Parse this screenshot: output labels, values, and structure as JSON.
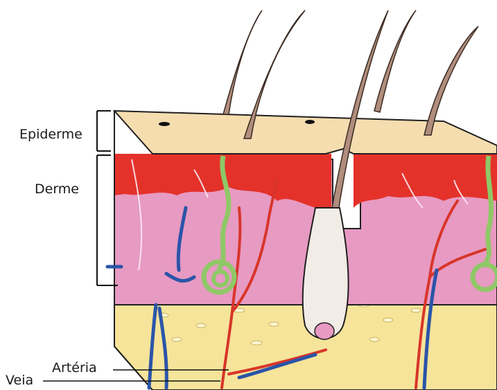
{
  "labels": {
    "epiderme": "Epiderme",
    "derme": "Derme",
    "arteria": "Artéria",
    "veia": "Veia"
  },
  "colors": {
    "epidermis": "#f5ddb0",
    "dermis_upper": "#e4322a",
    "dermis": "#e79ac2",
    "hypodermis": "#f6e49a",
    "hair": "#b08d7c",
    "artery": "#d8352a",
    "vein": "#2a55a8",
    "sweat_gland": "#8fc866",
    "outline": "#1f1f1f"
  },
  "icons": {
    "bracket": "bracket-icon",
    "hair": "hair-icon",
    "artery": "artery-icon",
    "vein": "vein-icon",
    "sweat_gland": "sweat-gland-icon",
    "follicle": "hair-follicle-icon"
  }
}
